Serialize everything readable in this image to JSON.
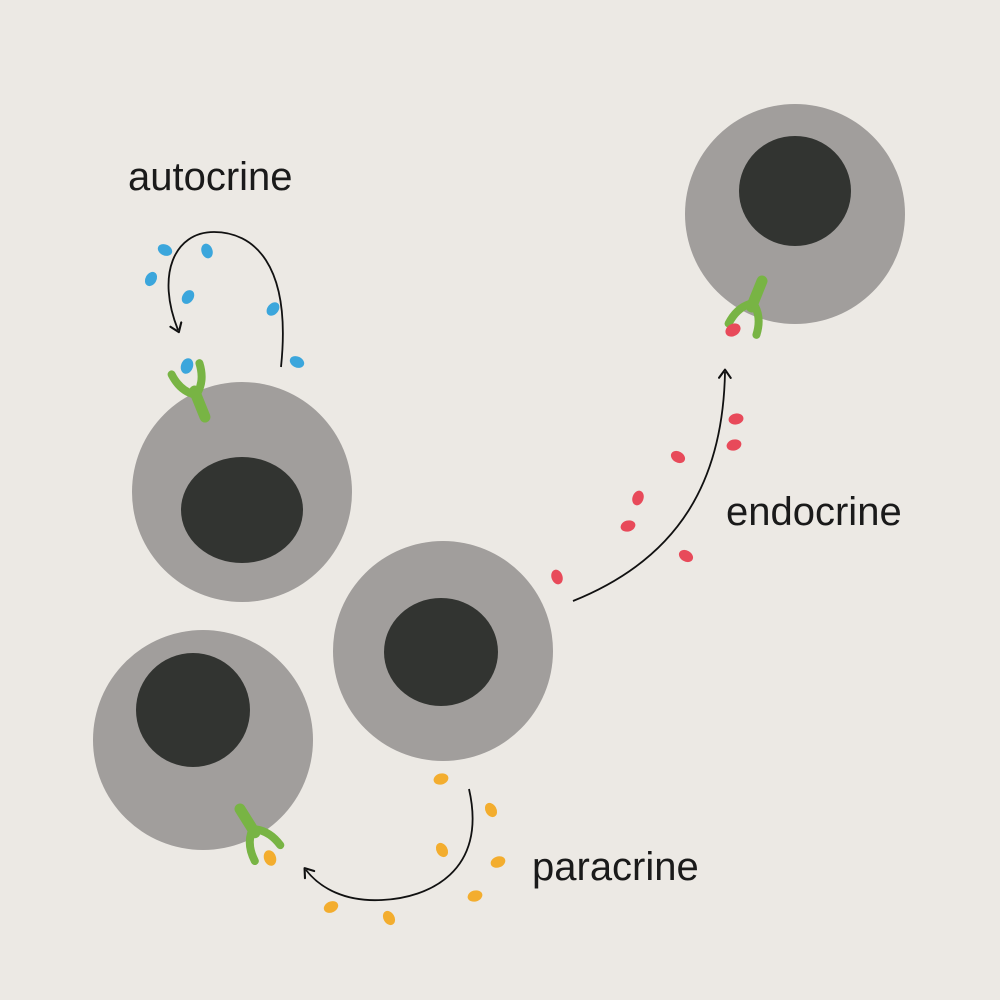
{
  "labels": {
    "autocrine": "autocrine",
    "endocrine": "endocrine",
    "paracrine": "paracrine"
  },
  "colors": {
    "background": "#ece9e4",
    "cell_body": "#a19e9c",
    "nucleus": "#323431",
    "receptor": "#78b444",
    "autocrine_signal": "#3ba6dc",
    "endocrine_signal": "#e84a5a",
    "paracrine_signal": "#f3ad2e",
    "arrow": "#111111"
  },
  "icons": {
    "cell": "cell-icon",
    "receptor": "receptor-icon",
    "signal": "signal-molecule-icon"
  }
}
